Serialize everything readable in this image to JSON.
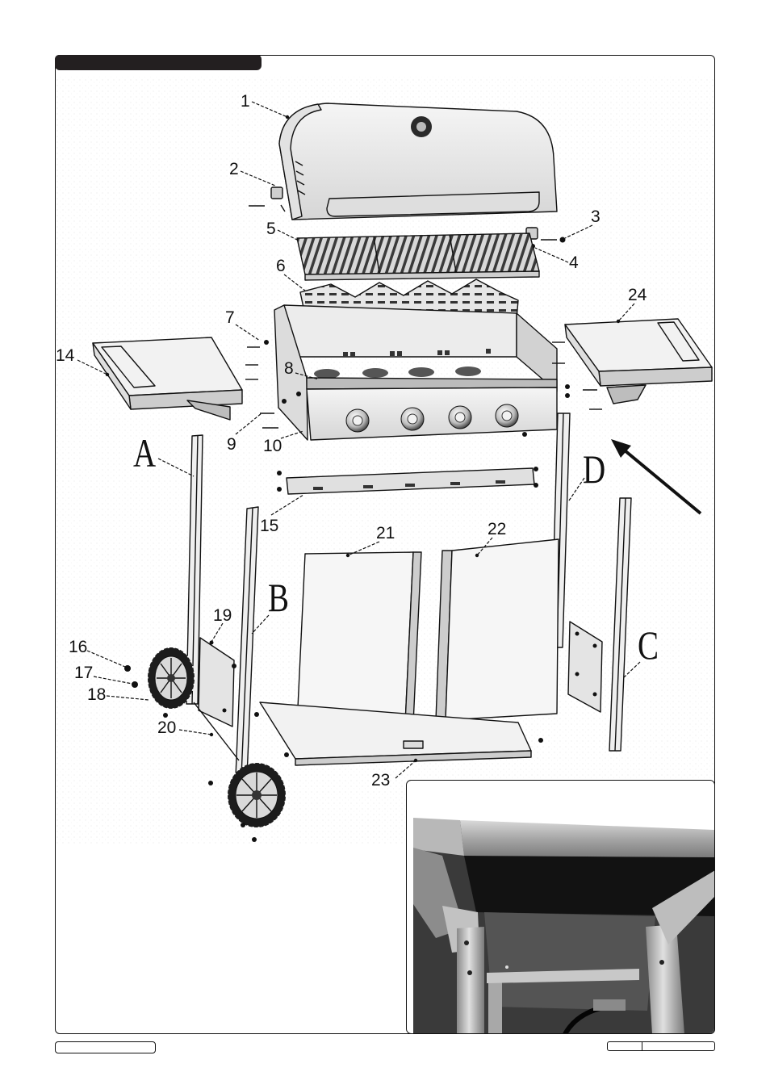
{
  "colors": {
    "ink": "#111111",
    "paper": "#ffffff",
    "header_bar": "#231f20"
  },
  "parts": {
    "p1": "1",
    "p2": "2",
    "p3": "3",
    "p4": "4",
    "p5": "5",
    "p6": "6",
    "p7": "7",
    "p8": "8",
    "p9": "9",
    "p10": "10",
    "p14": "14",
    "p15": "15",
    "p16": "16",
    "p17": "17",
    "p18": "18",
    "p19": "19",
    "p20": "20",
    "p21": "21",
    "p22": "22",
    "p23": "23",
    "p24": "24"
  },
  "legs": {
    "a": "A",
    "b": "B",
    "c": "C",
    "d": "D"
  },
  "icons": {
    "pointer": "arrow-icon"
  }
}
